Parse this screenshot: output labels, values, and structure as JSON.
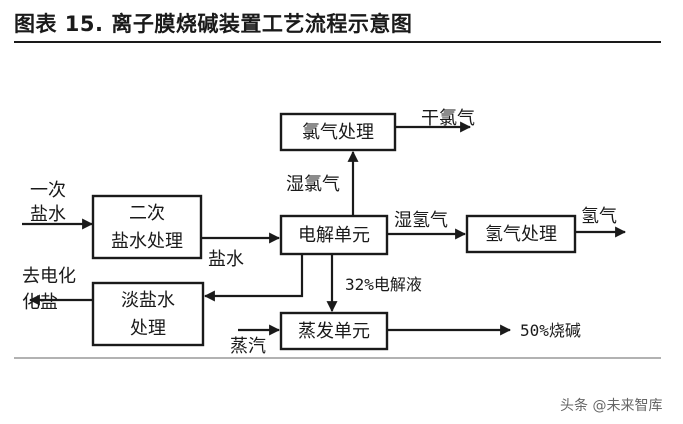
{
  "header": {
    "title": "图表 15. 离子膜烧碱装置工艺流程示意图"
  },
  "diagram": {
    "boxes": {
      "chlorine_treatment": "氯气处理",
      "secondary_brine_line1": "二次",
      "secondary_brine_line2": "盐水处理",
      "electrolysis_unit": "电解单元",
      "hydrogen_treatment": "氢气处理",
      "dilute_brine_line1": "淡盐水",
      "dilute_brine_line2": "处理",
      "evaporation_unit": "蒸发单元"
    },
    "labels": {
      "dry_chlorine": "干氯气",
      "wet_chlorine": "湿氯气",
      "primary_brine_line1": "一次",
      "primary_brine_line2": "盐水",
      "brine": "盐水",
      "wet_hydrogen": "湿氢气",
      "hydrogen": "氢气",
      "dechlorinated_salt_line1": "去电化",
      "dechlorinated_salt_line2": "化盐",
      "electrolyte": "32%电解液",
      "steam": "蒸汽",
      "caustic_soda": "50%烧碱"
    }
  },
  "watermark": {
    "text": "头条 @未来智库"
  }
}
